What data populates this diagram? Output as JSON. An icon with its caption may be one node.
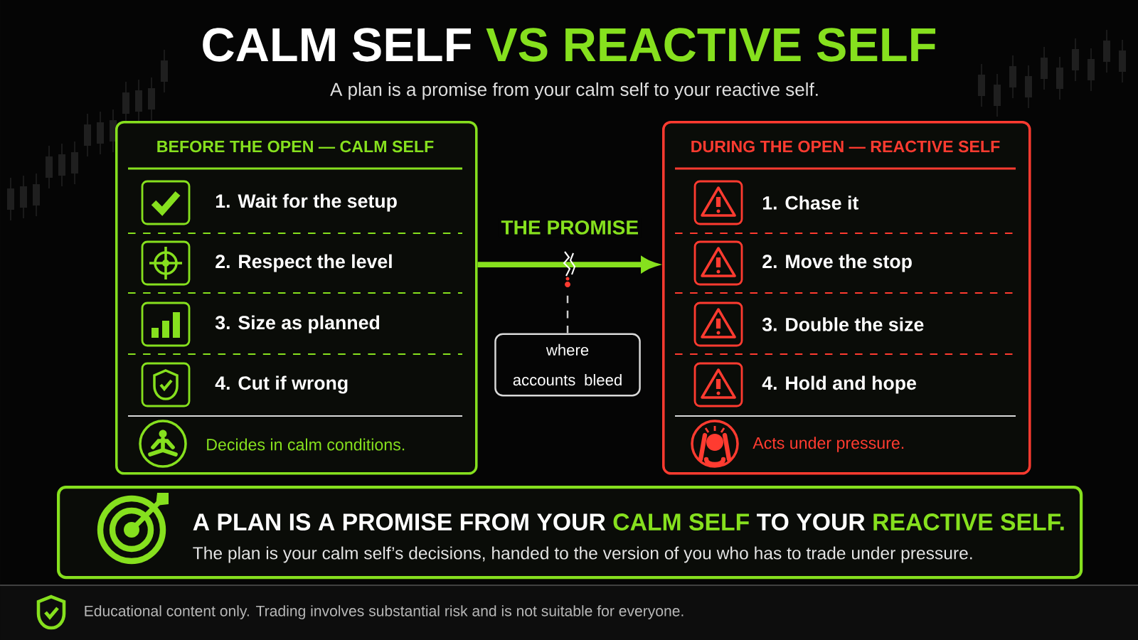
{
  "diagram": {
    "title": "CALM SELF **VS REACTIVE SELF**",
    "nodes": [
      {
        "text": [
          "BEFORE THE OPEN — CALM SELF"
        ]
      },
      {
        "text": [
          "1. Wait for the setup"
        ],
        "in": 0
      },
      {
        "text": [
          "2. Respect the level"
        ],
        "in": 0
      },
      {
        "text": [
          "3. Size as planned"
        ],
        "in": 0
      },
      {
        "text": [
          "4. Cut if wrong"
        ],
        "in": 0
      },
      {
        "text": [
          "Decides in calm conditions."
        ],
        "in": 0
      },
      {
        "text": [
          "DURING THE OPEN — REACTIVE SELF"
        ]
      },
      {
        "text": [
          "1. Chase it"
        ],
        "in": 6
      },
      {
        "text": [
          "2. Move the stop"
        ],
        "in": 6
      },
      {
        "text": [
          "3. Double the size"
        ],
        "in": 6
      },
      {
        "text": [
          "4. Hold and hope"
        ],
        "in": 6
      },
      {
        "text": [
          "Acts under pressure."
        ],
        "in": 6
      },
      {
        "text": [
          "where accounts bleed"
        ]
      },
      {
        "text": [
          "A PLAN IS A PROMISE FROM YOUR **CALM SELF** TO YOUR **REACTIVE SELF.**",
          "The plan is your calm self’s decisions, handed to the version of you who has to trade under pressure."
        ]
      }
    ],
    "edges": [
      {
        "from": 0,
        "to": 6,
        "arrow": "to",
        "label": "THE PROMISE",
        "style": "thick",
        "color": "#86e01e"
      },
      {
        "from": 12,
        "to": null,
        "arrow": "none",
        "style": "dashed",
        "color": "#cccccc"
      }
    ],
    "labels": [
      "A plan is a promise from your calm self to your reactive self.",
      "Educational content only. Trading involves substantial risk and is not suitable for everyone."
    ]
  }
}
